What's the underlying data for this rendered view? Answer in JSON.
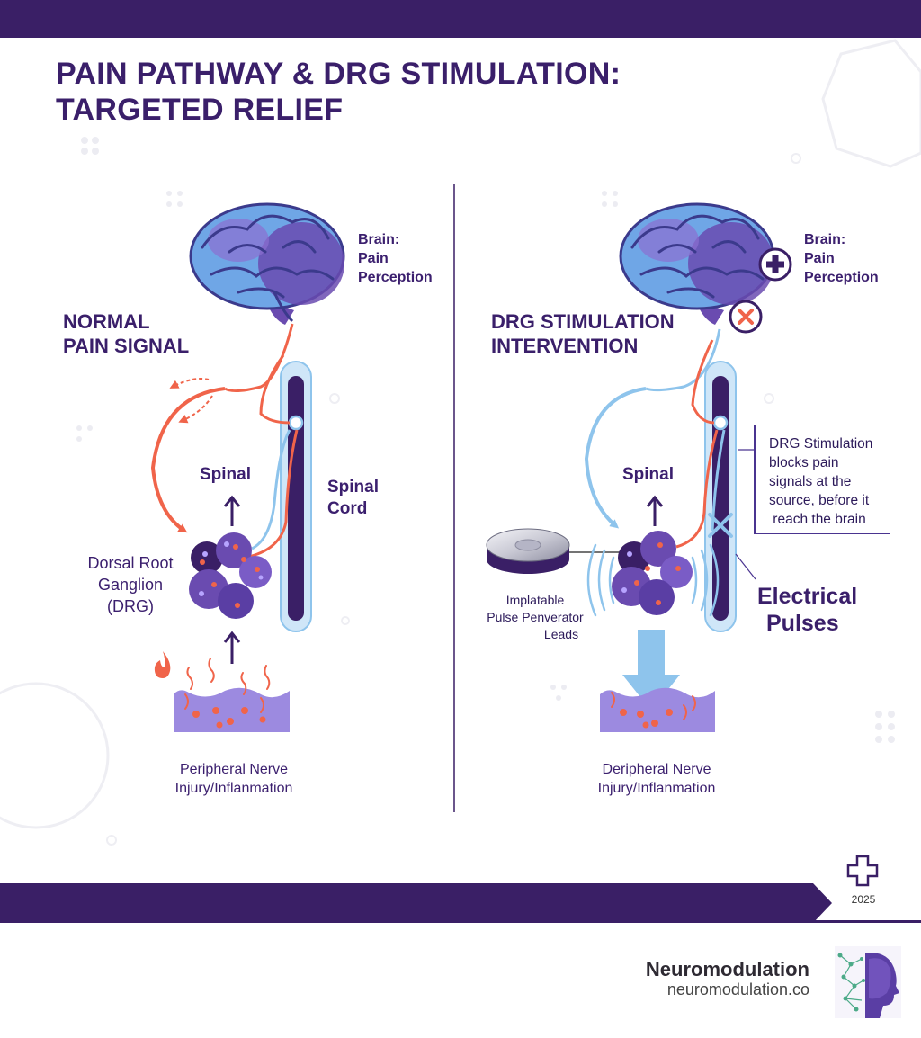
{
  "title": {
    "line1": "PAIN PATHWAY & DRG STIMULATION:",
    "line2": "TARGETED RELIEF"
  },
  "left_panel": {
    "heading_line1": "NORMAL",
    "heading_line2": "PAIN SIGNAL",
    "brain_label_line1": "Brain:",
    "brain_label_line2": "Pain",
    "brain_label_line3": "Perception",
    "spinal_label": "Spinal",
    "spinal_cord_line1": "Spinal",
    "spinal_cord_line2": "Cord",
    "drg_line1": "Dorsal Root",
    "drg_line2": "Ganglion",
    "drg_line3": "(DRG)",
    "nerve_line1": "Peripheral Nerve",
    "nerve_line2": "Injury/Inflanmation"
  },
  "right_panel": {
    "heading_line1": "DRG STIMULATION",
    "heading_line2": "INTERVENTION",
    "brain_label_line1": "Brain:",
    "brain_label_line2": "Pain",
    "brain_label_line3": "Perception",
    "spinal_label": "Spinal",
    "callout_line1": "DRG Stimulation",
    "callout_line2": "blocks pain",
    "callout_line3": "signals at the",
    "callout_line4": "source, before it",
    "callout_line5": " reach the brain",
    "device_line1": "Implatable",
    "device_line2": "Pulse Penverator",
    "device_line3": "Leads",
    "electrical_line1": "Electrical",
    "electrical_line2": "Pulses",
    "nerve_line1": "Deripheral Nerve",
    "nerve_line2": "Injury/Inflanmation"
  },
  "footer": {
    "year": "2025",
    "brand_name": "Neuromodulation",
    "brand_url": "neuromodulation.co"
  },
  "colors": {
    "dark_purple": "#3a1f66",
    "brain_blue": "#6fa6e6",
    "brain_purple": "#6a4bb0",
    "signal_red": "#f0644a",
    "signal_blue": "#8ec4ec",
    "tissue_purple": "#9c8ae0"
  },
  "icons": [
    "brain-icon",
    "fire-icon",
    "plus-circle-icon",
    "cross-circle-icon",
    "block-x-icon",
    "medical-cross-icon",
    "ai-head-logo-icon"
  ]
}
